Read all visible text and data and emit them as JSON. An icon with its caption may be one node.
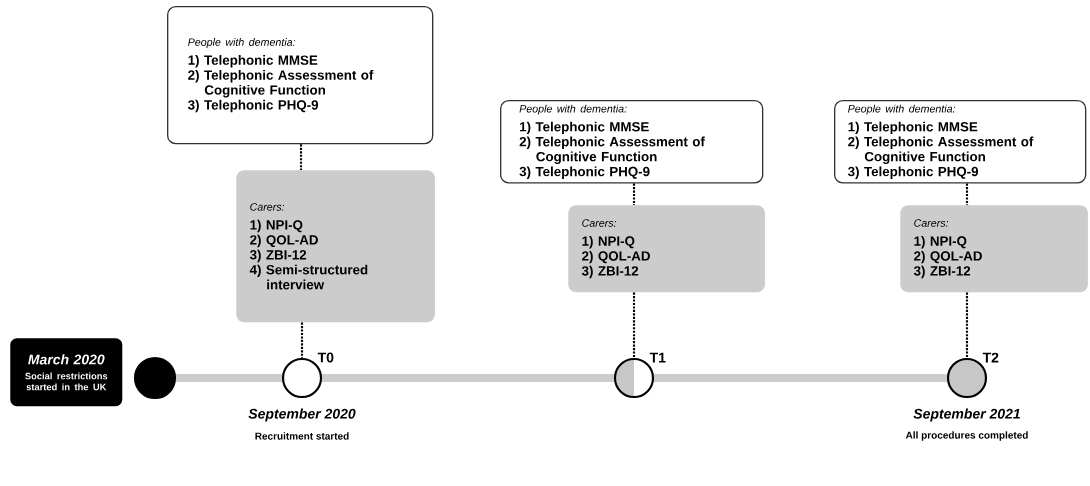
{
  "diagram": {
    "nodes": [
      {
        "text": [
          "March 2020",
          "Social restrictions started in the UK"
        ]
      },
      {
        "text": [
          "People with dementia:",
          "1) Telephonic MMSE",
          "2) Telephonic Assessment of Cognitive Function",
          "3) Telephonic PHQ-9"
        ]
      },
      {
        "text": [
          "Carers:",
          "1) NPI-Q",
          "2) QOL-AD",
          "3) ZBI-12",
          "4) Semi-structured interview"
        ]
      },
      {
        "text": [
          "People with dementia:",
          "1) Telephonic MMSE",
          "2) Telephonic Assessment of Cognitive Function",
          "3) Telephonic PHQ-9"
        ]
      },
      {
        "text": [
          "Carers:",
          "1) NPI-Q",
          "2) QOL-AD",
          "3) ZBI-12"
        ]
      },
      {
        "text": [
          "People with dementia:",
          "1) Telephonic MMSE",
          "2) Telephonic Assessment of Cognitive Function",
          "3) Telephonic PHQ-9"
        ]
      },
      {
        "text": [
          "Carers:",
          "1) NPI-Q",
          "2) QOL-AD",
          "3) ZBI-12"
        ]
      },
      {
        "text": [],
        "shape": "circle"
      },
      {
        "text": [],
        "shape": "circle",
        "beside": [
          "T0",
          "September 2020",
          "Recruitment started"
        ]
      },
      {
        "text": [],
        "shape": "circle",
        "beside": [
          "T1"
        ]
      },
      {
        "text": [],
        "shape": "circle",
        "beside": [
          "T2",
          "September 2021",
          "All procedures completed"
        ]
      }
    ],
    "edges": [
      {
        "from": 1,
        "to": 2,
        "arrow": "none",
        "style": "dashed"
      },
      {
        "from": 2,
        "to": 8,
        "arrow": "none",
        "style": "dashed"
      },
      {
        "from": 3,
        "to": 4,
        "arrow": "none",
        "style": "dashed"
      },
      {
        "from": 4,
        "to": 9,
        "arrow": "none",
        "style": "dashed"
      },
      {
        "from": 5,
        "to": 6,
        "arrow": "none",
        "style": "dashed"
      },
      {
        "from": 6,
        "to": 10,
        "arrow": "none",
        "style": "dashed"
      },
      {
        "from": 7,
        "to": 8,
        "arrow": "none",
        "style": "thick",
        "color": "#cccccc"
      },
      {
        "from": 8,
        "to": 9,
        "arrow": "none",
        "style": "thick",
        "color": "#cccccc"
      },
      {
        "from": 9,
        "to": 10,
        "arrow": "none",
        "style": "thick",
        "color": "#cccccc"
      }
    ]
  }
}
